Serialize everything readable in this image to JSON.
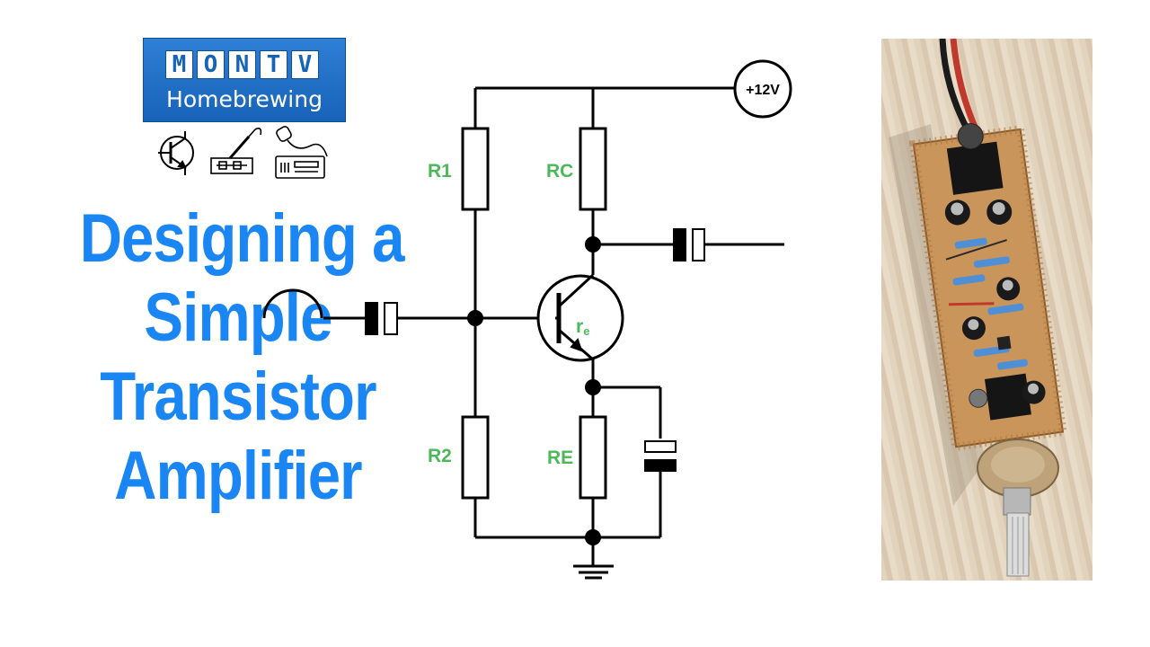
{
  "logo": {
    "letters": [
      "M",
      "O",
      "N",
      "T",
      "V"
    ],
    "subtitle": "Homebrewing",
    "icons": [
      "transistor-icon",
      "soldering-iron-icon",
      "radio-transceiver-icon"
    ]
  },
  "title": {
    "line1": "Designing a",
    "line2": "Simple",
    "line3": "Transistor",
    "line4": "Amplifier"
  },
  "schematic": {
    "supply_label": "+12V",
    "resistors": {
      "r1": "R1",
      "r2": "R2",
      "rc": "RC",
      "re": "RE"
    },
    "transistor_label": {
      "main": "r",
      "sub": "e"
    },
    "colors": {
      "wire": "#000000",
      "label": "#4cb85a",
      "title": "#1a86f3",
      "logo": "#1763b8"
    }
  },
  "photo": {
    "subject": "stripboard-amplifier-photo"
  }
}
